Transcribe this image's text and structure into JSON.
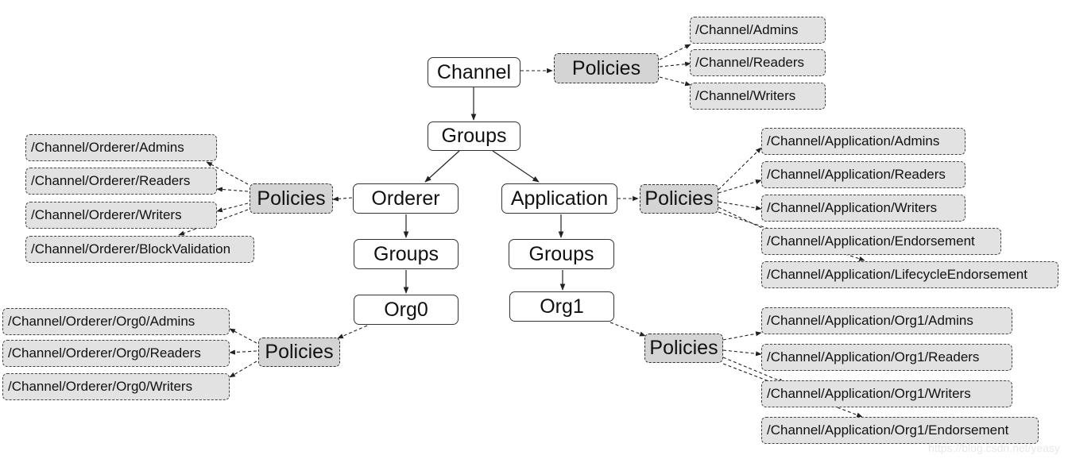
{
  "nodes": {
    "channel": "Channel",
    "channel_groups": "Groups",
    "orderer": "Orderer",
    "application": "Application",
    "orderer_groups": "Groups",
    "application_groups": "Groups",
    "org0": "Org0",
    "org1": "Org1"
  },
  "policies_label": "Policies",
  "leaves": {
    "channel": [
      "/Channel/Admins",
      "/Channel/Readers",
      "/Channel/Writers"
    ],
    "orderer": [
      "/Channel/Orderer/Admins",
      "/Channel/Orderer/Readers",
      "/Channel/Orderer/Writers",
      "/Channel/Orderer/BlockValidation"
    ],
    "application": [
      "/Channel/Application/Admins",
      "/Channel/Application/Readers",
      "/Channel/Application/Writers",
      "/Channel/Application/Endorsement",
      "/Channel/Application/LifecycleEndorsement"
    ],
    "org0": [
      "/Channel/Orderer/Org0/Admins",
      "/Channel/Orderer/Org0/Readers",
      "/Channel/Orderer/Org0/Writers"
    ],
    "org1": [
      "/Channel/Application/Org1/Admins",
      "/Channel/Application/Org1/Readers",
      "/Channel/Application/Org1/Writers",
      "/Channel/Application/Org1/Endorsement"
    ]
  },
  "watermark": "https://blog.csdn.net/yeasy"
}
